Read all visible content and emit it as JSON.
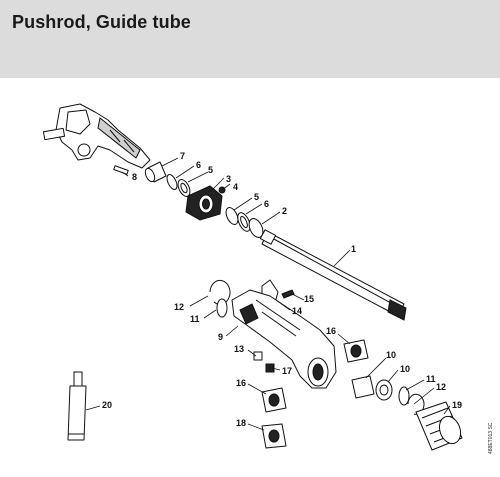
{
  "title": "Pushrod, Guide tube",
  "labels": {
    "p1": "1",
    "p2": "2",
    "p3": "3",
    "p4": "4",
    "p5a": "5",
    "p5b": "5",
    "p6a": "6",
    "p6b": "6",
    "p7": "7",
    "p8": "8",
    "p9": "9",
    "p10a": "10",
    "p10b": "10",
    "p11a": "11",
    "p11b": "11",
    "p12a": "12",
    "p12b": "12",
    "p13": "13",
    "p14": "14",
    "p15": "15",
    "p16a": "16",
    "p16b": "16",
    "p17": "17",
    "p18": "18",
    "p19": "19",
    "p20": "20"
  },
  "drawing_code": "488ET013 SC",
  "colors": {
    "header_bg": "#dcdcdc",
    "line": "#111111"
  }
}
